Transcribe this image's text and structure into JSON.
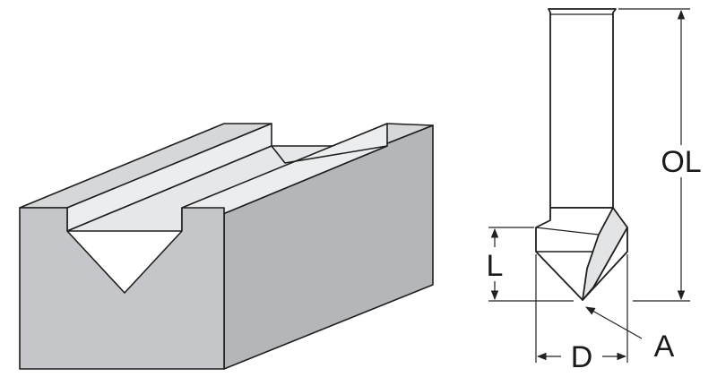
{
  "labels": {
    "overall_length": "OL",
    "cutting_length": "L",
    "diameter": "D",
    "angle": "A"
  },
  "colors": {
    "block_front": "#c4c6c9",
    "block_side": "#b4b7ba",
    "block_top": "#d5d7d9",
    "groove_face": "#e6e7e8",
    "groove_far_wall": "#ecedee",
    "bit_body": "#ffffff",
    "bit_flute": "#e3e4e5",
    "outline": "#1f1f1f",
    "dimension_line": "#222222"
  }
}
